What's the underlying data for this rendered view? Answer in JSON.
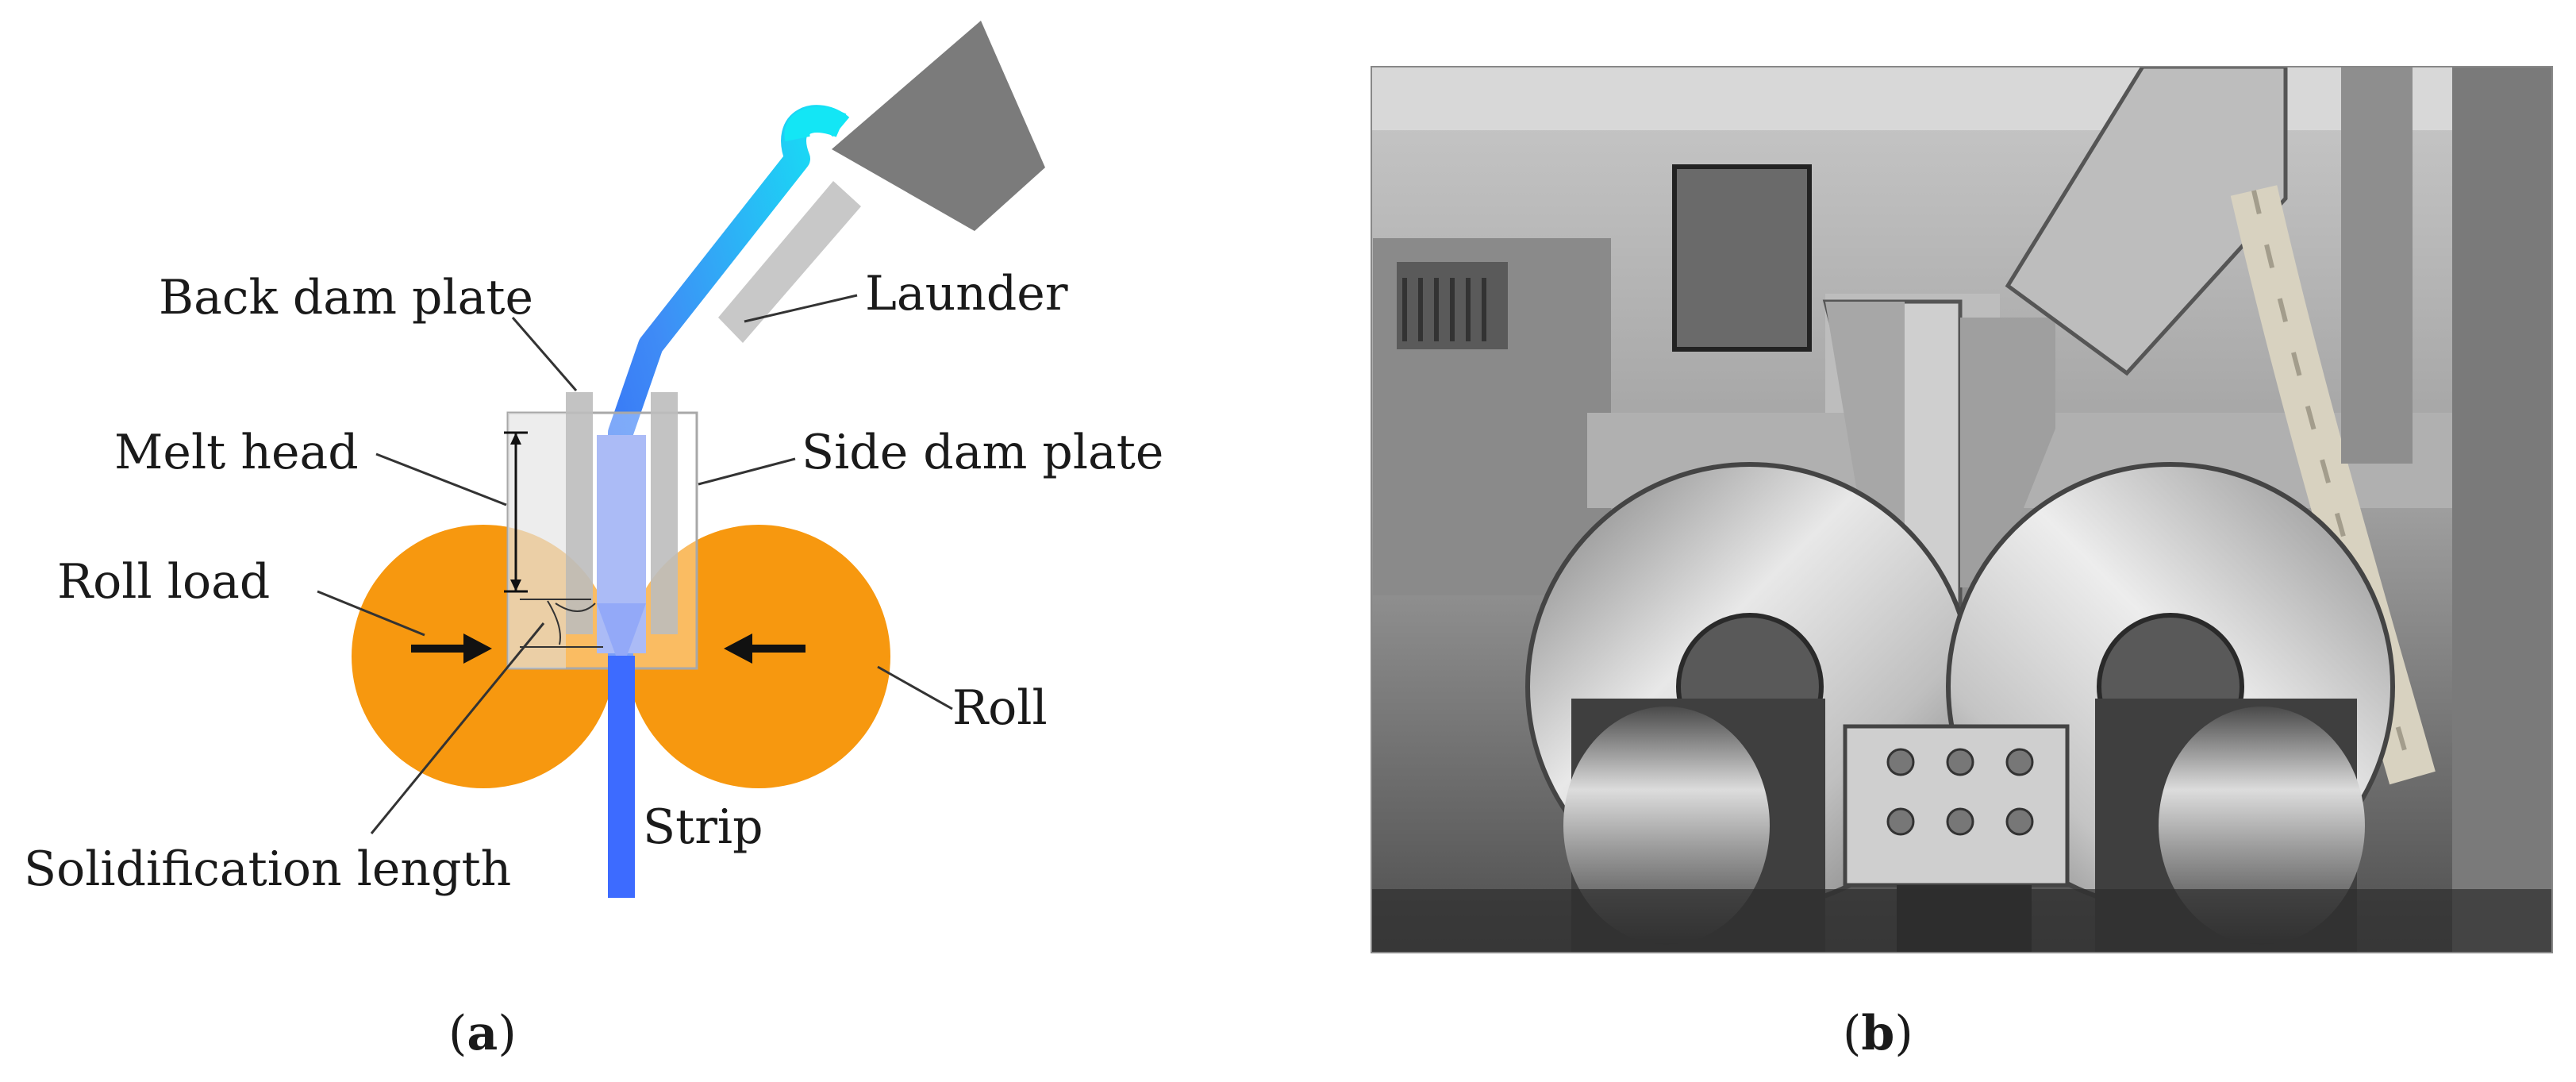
{
  "panel_a": {
    "labels": {
      "back_dam_plate": "Back dam plate",
      "launder": "Launder",
      "melt_head": "Melt head",
      "side_dam_plate": "Side dam plate",
      "roll_load": "Roll load",
      "roll": "Roll",
      "strip": "Strip",
      "solidification_length": "Solidification length"
    },
    "caption": {
      "open": "(",
      "letter": "a",
      "close": ")"
    }
  },
  "panel_b": {
    "caption": {
      "open": "(",
      "letter": "b",
      "close": ")"
    }
  },
  "colors": {
    "roll": "#F7980F",
    "strip": "#3D6BFF",
    "melt_top": "#13E6F5",
    "hopper": "#7B7B7B",
    "launder": "#C8C8C8",
    "dam": "#BDBDBD",
    "photo_bg": "#9a9a9a"
  }
}
